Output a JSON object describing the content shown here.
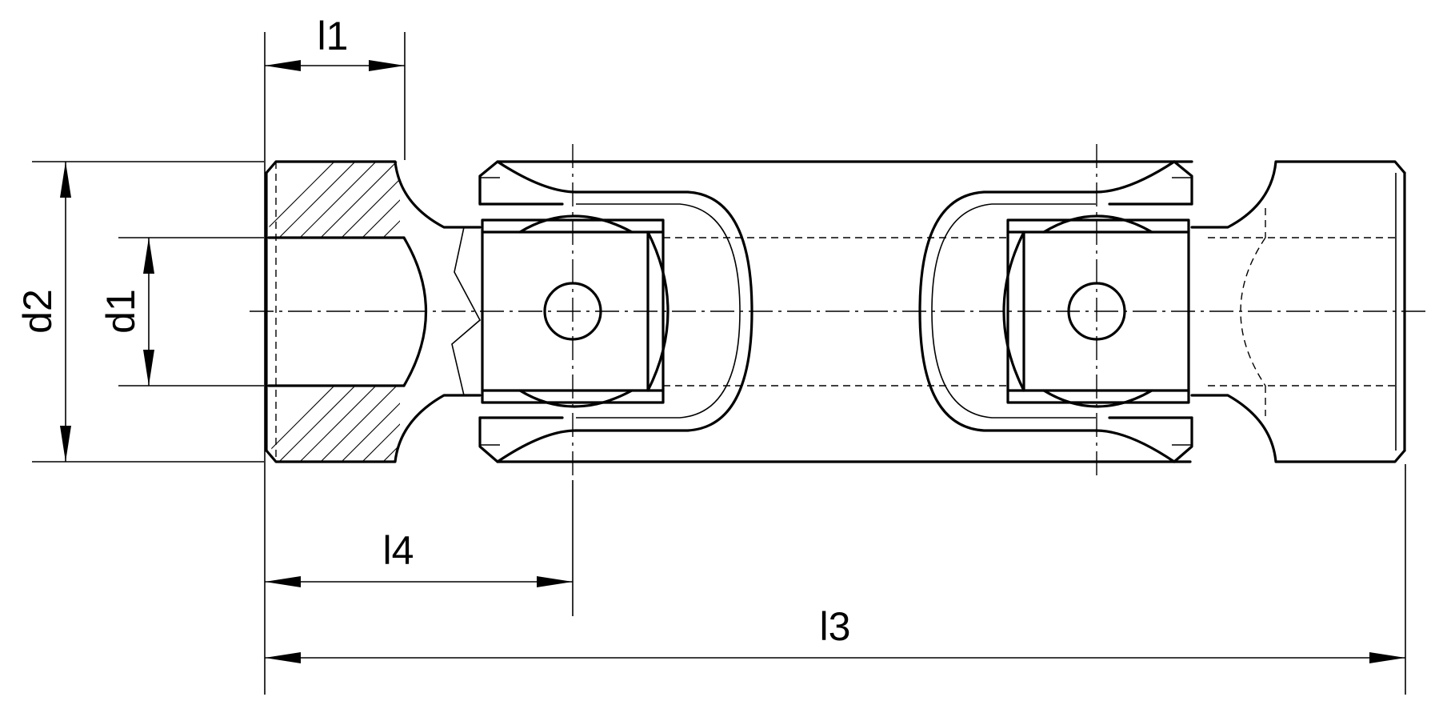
{
  "labels": {
    "l1": "l1",
    "d2": "d2",
    "d1": "d1",
    "l4": "l4",
    "l3": "l3"
  }
}
